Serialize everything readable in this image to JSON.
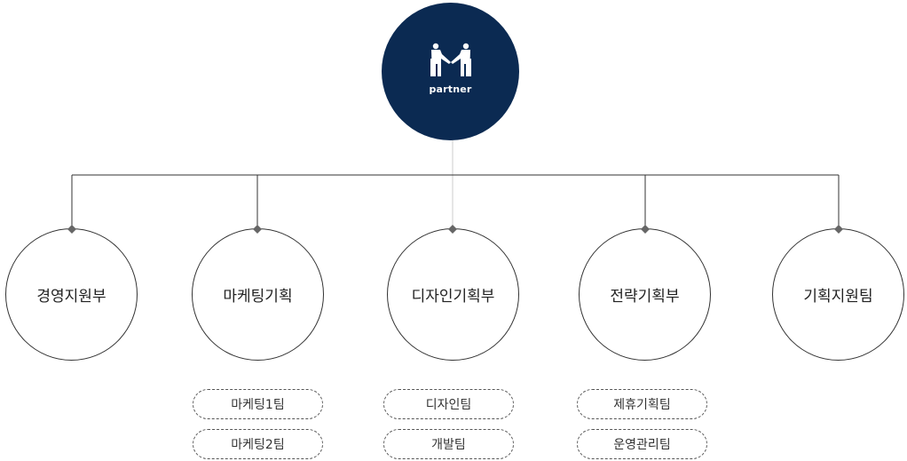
{
  "root": {
    "label": "partner",
    "icon": "handshake-icon",
    "color": "#0b2a52"
  },
  "departments": [
    {
      "label": "경영지원부",
      "teams": []
    },
    {
      "label": "마케팅기획",
      "teams": [
        "마케팅1팀",
        "마케팅2팀"
      ]
    },
    {
      "label": "디자인기획부",
      "teams": [
        "디자인팀",
        "개발팀"
      ]
    },
    {
      "label": "전략기획부",
      "teams": [
        "제휴기획팀",
        "운영관리팀"
      ]
    },
    {
      "label": "기획지원팀",
      "teams": []
    }
  ]
}
